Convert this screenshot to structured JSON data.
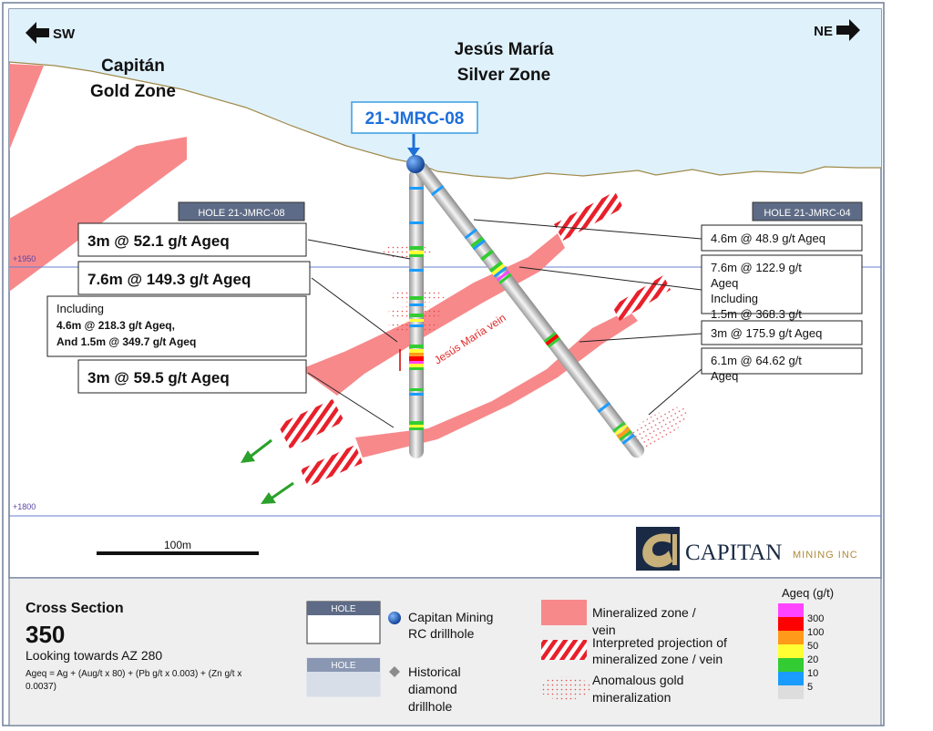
{
  "orientation": {
    "left": "SW",
    "right": "NE"
  },
  "zones": {
    "capitan": [
      "Capitán",
      "Gold Zone"
    ],
    "jesus_maria": [
      "Jesús María",
      "Silver Zone"
    ]
  },
  "drillhole_tag": "21-JMRC-08",
  "hole_labels": {
    "left": "HOLE 21-JMRC-08",
    "right": "HOLE 21-JMRC-04"
  },
  "elevations": {
    "upper": "+1950",
    "lower": "+1800"
  },
  "vein_label": "Jesús María vein",
  "left_intercepts": {
    "first": "3m @ 52.1 g/t Ageq",
    "second": "7.6m @ 149.3 g/t Ageq",
    "including": [
      "Including",
      "4.6m @ 218.3 g/t Ageq,",
      "And 1.5m @ 349.7 g/t Ageq"
    ],
    "fourth": "3m @ 59.5 g/t Ageq"
  },
  "right_intercepts": {
    "first": "4.6m @ 48.9 g/t Ageq",
    "second": [
      "7.6m @ 122.9 g/t",
      "Ageq",
      "Including",
      "1.5m @ 368.3 g/t"
    ],
    "third": "3m @ 175.9 g/t Ageq",
    "fourth": [
      "6.1m @ 64.62 g/t",
      "Ageq"
    ]
  },
  "scale_bar": "100m",
  "logo": {
    "name": "CAPITAN",
    "suffix": "MINING INC"
  },
  "legend": {
    "section_title": "Cross Section",
    "section_number": "350",
    "looking": "Looking towards AZ 280",
    "formula": [
      "Ageq = Ag + (Aug/t x 80) + (Pb g/t x 0.003) + (Zn g/t x",
      "0.0037)"
    ],
    "hole_box": "HOLE",
    "rc_label": [
      "Capitan Mining",
      "RC drillhole"
    ],
    "diamond_label": [
      "Historical",
      "diamond",
      "drillhole"
    ],
    "mineralized": [
      "Mineralized zone /",
      "vein"
    ],
    "interpreted": [
      "Interpreted projection of",
      "mineralized zone / vein"
    ],
    "anomalous": [
      "Anomalous gold",
      "mineralization"
    ],
    "grade_title": "Ageq (g/t)",
    "grades": [
      {
        "label": "300",
        "color": "#ff44ff"
      },
      {
        "label": "100",
        "color": "#ff0000"
      },
      {
        "label": "50",
        "color": "#ff9a1a"
      },
      {
        "label": "20",
        "color": "#ffff33"
      },
      {
        "label": "10",
        "color": "#33cc33"
      },
      {
        "label": "5",
        "color": "#1a9cff"
      },
      {
        "label": "",
        "color": "#dddddd"
      }
    ]
  },
  "colors": {
    "sky": "#dff1fb",
    "vein": "#f7898b",
    "vein_hatch": "#e8202a",
    "hole_blue": "#1e6fd9",
    "label_box": "#5d6b86",
    "arrow_green": "#2aa12a"
  }
}
